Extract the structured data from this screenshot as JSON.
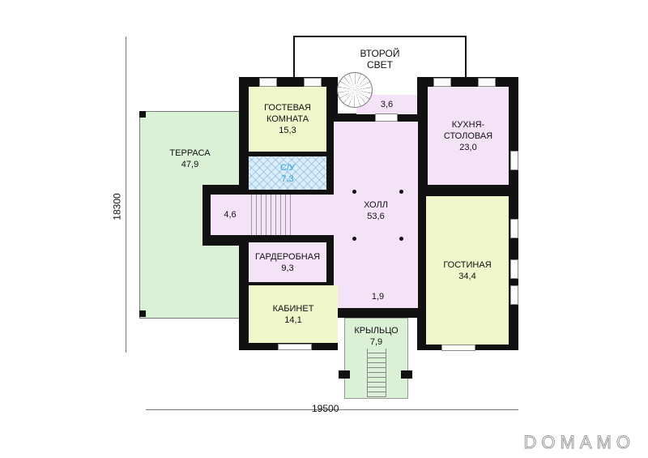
{
  "rooms": {
    "second_light": {
      "line1": "ВТОРОЙ",
      "line2": "СВЕТ"
    },
    "guest": {
      "line1": "ГОСТЕВАЯ",
      "line2": "КОМНАТА",
      "area": "15,3"
    },
    "bathroom": {
      "label": "С/У",
      "area": "7,3"
    },
    "corridor": {
      "area": "3,6"
    },
    "kitchen": {
      "line1": "КУХНЯ-",
      "line2": "СТОЛОВАЯ",
      "area": "23,0"
    },
    "terrace": {
      "label": "ТЕРРАСА",
      "area": "47,9"
    },
    "vestibule": {
      "area": "4,6"
    },
    "hall": {
      "label": "ХОЛЛ",
      "area": "53,6"
    },
    "wardrobe": {
      "label": "ГАРДЕРОБНАЯ",
      "area": "9,3"
    },
    "living": {
      "label": "ГОСТИНАЯ",
      "area": "34,4"
    },
    "tambour": {
      "area": "1,9"
    },
    "study": {
      "label": "КАБИНЕТ",
      "area": "14,1"
    },
    "porch": {
      "label": "КРЫЛЬЦО",
      "area": "7,9"
    }
  },
  "dimensions": {
    "height": "18300",
    "width": "19500"
  },
  "watermark": "DOMAMO",
  "colors": {
    "wall": "#111111",
    "yellow": "#eff6c9",
    "pink": "#f4e3f6",
    "green": "#daf1d6",
    "blue": "#dcecf8"
  }
}
